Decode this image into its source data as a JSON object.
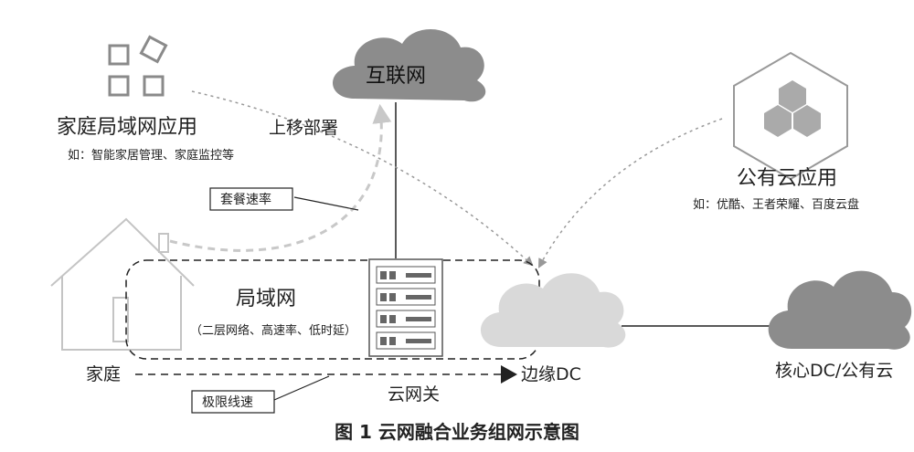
{
  "figure": {
    "caption": "图 1 云网融合业务组网示意图"
  },
  "nodes": {
    "home_lan_app": {
      "title": "家庭局域网应用",
      "subtitle": "如：智能家居管理、家庭监控等"
    },
    "internet": {
      "label": "互联网"
    },
    "public_cloud_app": {
      "title": "公有云应用",
      "subtitle": "如：优酷、王者荣耀、百度云盘"
    },
    "lan": {
      "title": "局域网",
      "subtitle": "（二层网络、高速率、低时延）"
    },
    "home": {
      "label": "家庭"
    },
    "edge_dc": {
      "label": "边缘DC"
    },
    "core_dc": {
      "label": "核心DC/公有云"
    }
  },
  "labels": {
    "move_up_deploy": "上移部署",
    "package_rate": "套餐速率",
    "limit_line_rate": "极限线速",
    "cloud_gateway": "云网关"
  },
  "colors": {
    "cloud_dark": "#8c8c8c",
    "cloud_light": "#d9d9d9",
    "icon_gray": "#8a8a8a",
    "house_gray": "#c4c4c4",
    "line": "#222222"
  }
}
